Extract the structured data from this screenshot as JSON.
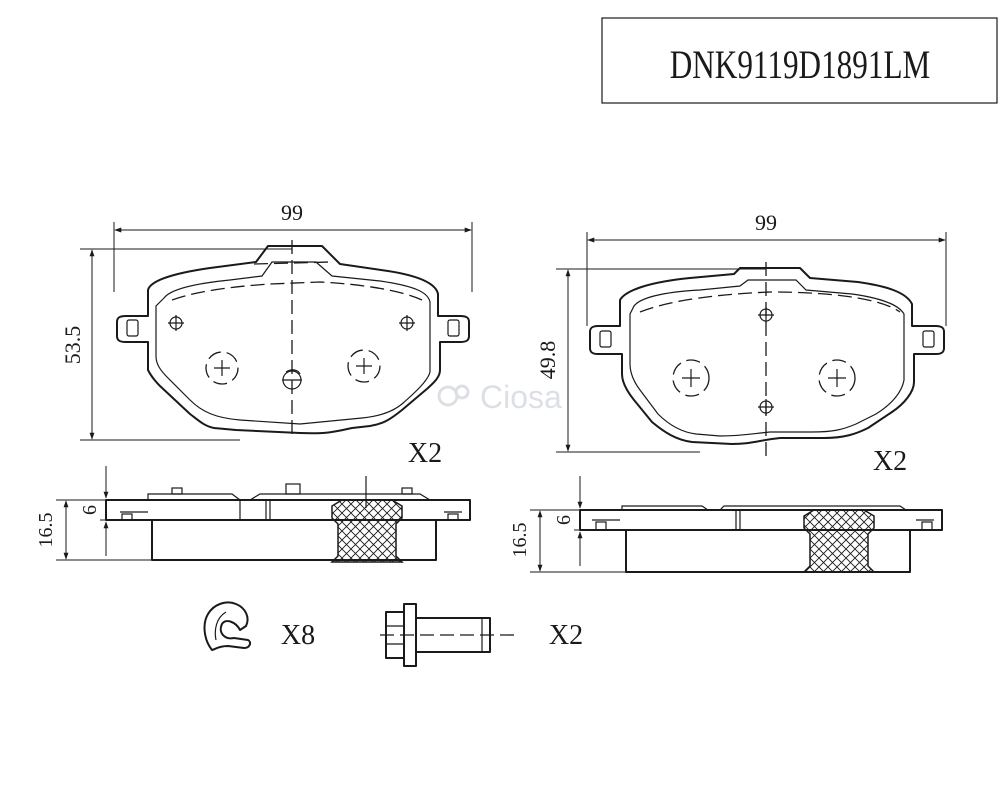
{
  "title_box": {
    "part_number": "DNK9119D1891LM"
  },
  "left_pad": {
    "width_label": "99",
    "height_label": "53.5",
    "quantity": "X2",
    "total_thickness": "16.5",
    "backplate_thickness": "6"
  },
  "right_pad": {
    "width_label": "99",
    "height_label": "49.8",
    "quantity": "X2",
    "total_thickness": "16.5",
    "backplate_thickness": "6"
  },
  "accessories": {
    "clip_quantity": "X8",
    "bolt_quantity": "X2"
  },
  "watermark": {
    "text": "Ciosa"
  }
}
